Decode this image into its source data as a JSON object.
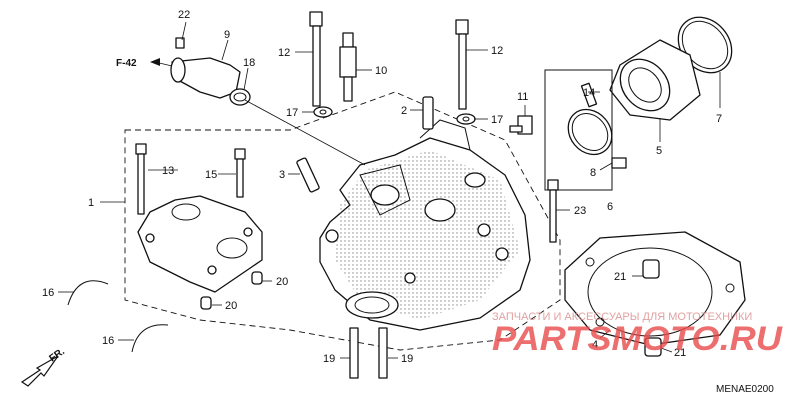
{
  "callouts": {
    "c1": "1",
    "c2": "2",
    "c3": "3",
    "c4": "4",
    "c5": "5",
    "c6": "6",
    "c7": "7",
    "c8": "8",
    "c9": "9",
    "c10": "10",
    "c11": "11",
    "c12a": "12",
    "c12b": "12",
    "c13": "13",
    "c14": "14",
    "c15": "15",
    "c16a": "16",
    "c16b": "16",
    "c17a": "17",
    "c17b": "17",
    "c18": "18",
    "c19a": "19",
    "c19b": "19",
    "c20a": "20",
    "c20b": "20",
    "c21a": "21",
    "c21b": "21",
    "c22": "22",
    "c23": "23"
  },
  "refs": {
    "f42": "F-42",
    "front": "FR."
  },
  "watermark": {
    "tagline": "ЗАПЧАСТИ И АКСЕССУАРЫ ДЛЯ МОТОТЕХНИКИ",
    "logo": "PARTSMOTO.RU"
  },
  "diagram_code": "MENAE0200"
}
